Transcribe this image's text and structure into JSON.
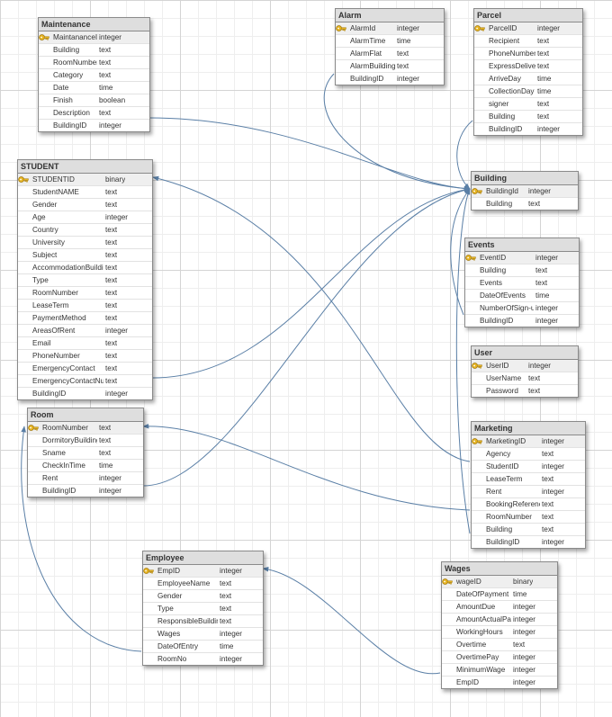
{
  "tables": {
    "maintenance": {
      "name": "Maintenance",
      "fields": [
        {
          "name": "MaintananceID",
          "type": "integer",
          "pk": true
        },
        {
          "name": "Building",
          "type": "text"
        },
        {
          "name": "RoomNumber",
          "type": "text"
        },
        {
          "name": "Category",
          "type": "text"
        },
        {
          "name": "Date",
          "type": "time"
        },
        {
          "name": "Finish",
          "type": "boolean"
        },
        {
          "name": "Description",
          "type": "text"
        },
        {
          "name": "BuildingID",
          "type": "integer"
        }
      ]
    },
    "alarm": {
      "name": "Alarm",
      "fields": [
        {
          "name": "AlarmId",
          "type": "integer",
          "pk": true
        },
        {
          "name": "AlarmTime",
          "type": "time"
        },
        {
          "name": "AlarmFlat",
          "type": "text"
        },
        {
          "name": "AlarmBuilding",
          "type": "text"
        },
        {
          "name": "BuildingID",
          "type": "integer"
        }
      ]
    },
    "parcel": {
      "name": "Parcel",
      "fields": [
        {
          "name": "ParcelID",
          "type": "integer",
          "pk": true
        },
        {
          "name": "Recipient",
          "type": "text"
        },
        {
          "name": "PhoneNumber",
          "type": "text"
        },
        {
          "name": "ExpressDelivery",
          "type": "text"
        },
        {
          "name": "ArriveDay",
          "type": "time"
        },
        {
          "name": "CollectionDay",
          "type": "time"
        },
        {
          "name": "signer",
          "type": "text"
        },
        {
          "name": "Building",
          "type": "text"
        },
        {
          "name": "BuildingID",
          "type": "integer"
        }
      ]
    },
    "student": {
      "name": "STUDENT",
      "fields": [
        {
          "name": "STUDENTID",
          "type": "binary",
          "pk": true
        },
        {
          "name": "StudentNAME",
          "type": "text"
        },
        {
          "name": "Gender",
          "type": "text"
        },
        {
          "name": "Age",
          "type": "integer"
        },
        {
          "name": "Country",
          "type": "text"
        },
        {
          "name": "University",
          "type": "text"
        },
        {
          "name": "Subject",
          "type": "text"
        },
        {
          "name": "AccommodationBuilding",
          "type": "text"
        },
        {
          "name": "Type",
          "type": "text"
        },
        {
          "name": "RoomNumber",
          "type": "text"
        },
        {
          "name": "LeaseTerm",
          "type": "text"
        },
        {
          "name": "PaymentMethod",
          "type": "text"
        },
        {
          "name": "AreasOfRent",
          "type": "integer"
        },
        {
          "name": "Email",
          "type": "text"
        },
        {
          "name": "PhoneNumber",
          "type": "text"
        },
        {
          "name": "EmergencyContact",
          "type": "text"
        },
        {
          "name": "EmergencyContactNum",
          "type": "text"
        },
        {
          "name": "BuildingID",
          "type": "integer"
        }
      ]
    },
    "building": {
      "name": "Building",
      "fields": [
        {
          "name": "BuildingId",
          "type": "integer",
          "pk": true
        },
        {
          "name": "Building",
          "type": "text"
        }
      ]
    },
    "events": {
      "name": "Events",
      "fields": [
        {
          "name": "EventID",
          "type": "integer",
          "pk": true
        },
        {
          "name": "Building",
          "type": "text"
        },
        {
          "name": "Events",
          "type": "text"
        },
        {
          "name": "DateOfEvents",
          "type": "time"
        },
        {
          "name": "NumberOfSign-up",
          "type": "integer"
        },
        {
          "name": "BuildingID",
          "type": "integer"
        }
      ]
    },
    "user": {
      "name": "User",
      "fields": [
        {
          "name": "UserID",
          "type": "integer",
          "pk": true
        },
        {
          "name": "UserName",
          "type": "text"
        },
        {
          "name": "Password",
          "type": "text"
        }
      ]
    },
    "room": {
      "name": "Room",
      "fields": [
        {
          "name": "RoomNumber",
          "type": "text",
          "pk": true
        },
        {
          "name": "DormitoryBuilding",
          "type": "text"
        },
        {
          "name": "Sname",
          "type": "text"
        },
        {
          "name": "CheckInTime",
          "type": "time"
        },
        {
          "name": "Rent",
          "type": "integer"
        },
        {
          "name": "BuildingID",
          "type": "integer"
        }
      ]
    },
    "marketing": {
      "name": "Marketing",
      "fields": [
        {
          "name": "MarketingID",
          "type": "integer",
          "pk": true
        },
        {
          "name": "Agency",
          "type": "text"
        },
        {
          "name": "StudentID",
          "type": "integer"
        },
        {
          "name": "LeaseTerm",
          "type": "text"
        },
        {
          "name": "Rent",
          "type": "integer"
        },
        {
          "name": "BookingReference",
          "type": "text"
        },
        {
          "name": "RoomNumber",
          "type": "text"
        },
        {
          "name": "Building",
          "type": "text"
        },
        {
          "name": "BuildingID",
          "type": "integer"
        }
      ]
    },
    "employee": {
      "name": "Employee",
      "fields": [
        {
          "name": "EmpID",
          "type": "integer",
          "pk": true
        },
        {
          "name": "EmployeeName",
          "type": "text"
        },
        {
          "name": "Gender",
          "type": "text"
        },
        {
          "name": "Type",
          "type": "text"
        },
        {
          "name": "ResponsibleBuilding",
          "type": "text"
        },
        {
          "name": "Wages",
          "type": "integer"
        },
        {
          "name": "DateOfEntry",
          "type": "time"
        },
        {
          "name": "RoomNo",
          "type": "integer"
        }
      ]
    },
    "wages": {
      "name": "Wages",
      "fields": [
        {
          "name": "wageID",
          "type": "binary",
          "pk": true
        },
        {
          "name": "DateOfPayment",
          "type": "time"
        },
        {
          "name": "AmountDue",
          "type": "integer"
        },
        {
          "name": "AmountActualPaid",
          "type": "integer"
        },
        {
          "name": "WorkingHours",
          "type": "integer"
        },
        {
          "name": "Overtime",
          "type": "text"
        },
        {
          "name": "OvertimePay",
          "type": "integer"
        },
        {
          "name": "MinimumWage",
          "type": "integer"
        },
        {
          "name": "EmpID",
          "type": "integer"
        }
      ]
    }
  },
  "relationships": [
    {
      "from": "maintenance.BuildingID",
      "to": "building.BuildingId"
    },
    {
      "from": "alarm.BuildingID",
      "to": "building.BuildingId"
    },
    {
      "from": "parcel.BuildingID",
      "to": "building.BuildingId"
    },
    {
      "from": "student.BuildingID",
      "to": "building.BuildingId"
    },
    {
      "from": "events.BuildingID",
      "to": "building.BuildingId"
    },
    {
      "from": "room.BuildingID",
      "to": "building.BuildingId"
    },
    {
      "from": "marketing.BuildingID",
      "to": "building.BuildingId"
    },
    {
      "from": "marketing.StudentID",
      "to": "student.STUDENTID"
    },
    {
      "from": "marketing.RoomNumber",
      "to": "room.RoomNumber"
    },
    {
      "from": "employee.RoomNo",
      "to": "room.RoomNumber"
    },
    {
      "from": "wages.EmpID",
      "to": "employee.EmpID"
    }
  ],
  "colors": {
    "link": "#5a7fa6",
    "header_bg": "#dedede",
    "border": "#8a8a8a",
    "key_icon": "#e6b422"
  }
}
